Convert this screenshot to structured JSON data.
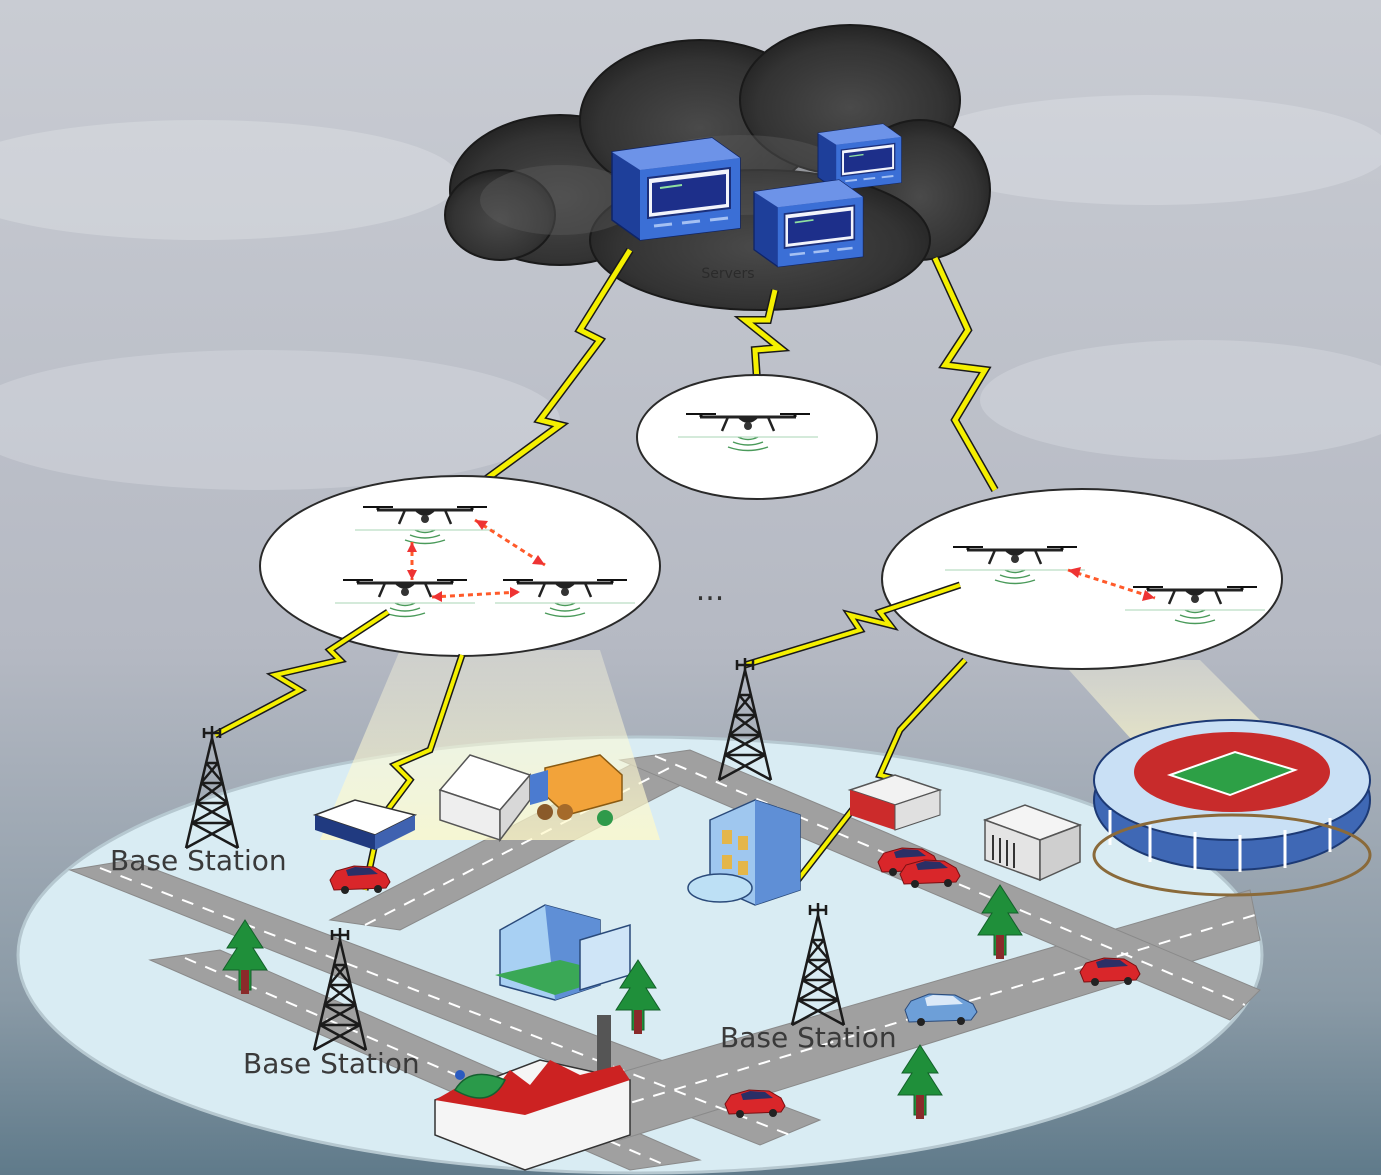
{
  "diagram": {
    "cloud_label": "Servers",
    "ellipsis": "...",
    "base_station_labels": [
      "Base Station",
      "Base Station",
      "Base Station"
    ]
  },
  "nodes": {
    "servers": [
      "server-1",
      "server-2",
      "server-3"
    ],
    "uav_clusters": [
      {
        "name": "uav-cluster-left",
        "uavs": 3
      },
      {
        "name": "uav-cluster-middle",
        "uavs": 1
      },
      {
        "name": "uav-cluster-right",
        "uavs": 2
      }
    ],
    "base_stations": 4,
    "icons": [
      "cloud-icon",
      "server-icon",
      "drone-icon",
      "lightning-link-icon",
      "cell-tower-icon",
      "car-icon",
      "tree-icon",
      "building-icon",
      "stadium-icon",
      "factory-icon",
      "satellite-dish-icon",
      "house-icon",
      "truck-icon"
    ]
  },
  "colors": {
    "sky_top": "#c9ccd3",
    "sky_bottom": "#6f8a9a",
    "cloud": "#3c3c3c",
    "lightning": "#f5f000",
    "d2d_link": "#ff5a2a",
    "ground": "#d9ecf3",
    "road": "#9d9d9d",
    "server_blue": "#2e57b8"
  }
}
